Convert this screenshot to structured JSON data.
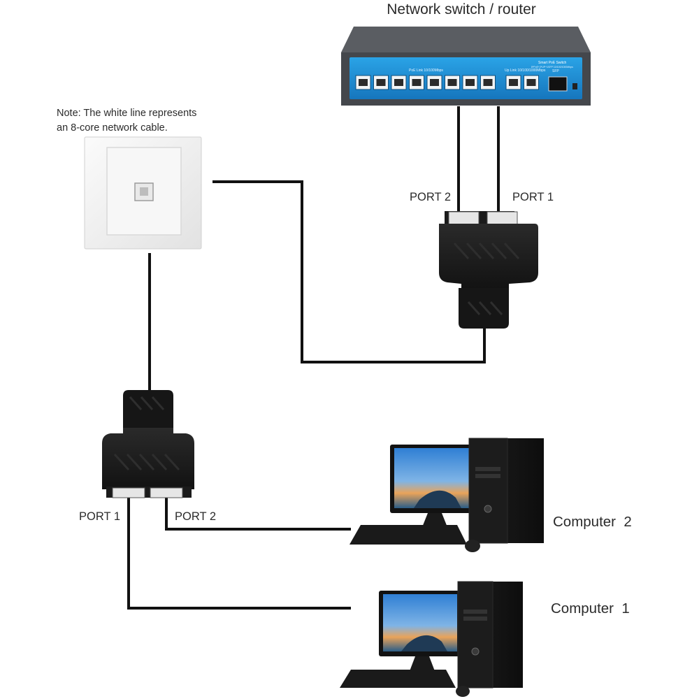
{
  "switch": {
    "title": "Network switch / router",
    "model_label": "Smart PoE Switch",
    "model_sub": "8*PoE+2*UP+1SFP  10/100/1000Mbps",
    "poe_label": "PoE Link  10/100Mbps",
    "uplink_label": "Up Link  10/100/1000Mbps",
    "sfp_label": "SFP",
    "poe_port_count": 8,
    "uplink_port_count": 2
  },
  "note": {
    "line1": "Note: The white line represents",
    "line2": "an 8-core network cable."
  },
  "top_splitter": {
    "port_left_label": "PORT 2",
    "port_right_label": "PORT 1"
  },
  "bottom_splitter": {
    "port_left_label": "PORT 1",
    "port_right_label": "PORT 2"
  },
  "computers": [
    {
      "label": "Computer  2"
    },
    {
      "label": "Computer  1"
    }
  ],
  "colors": {
    "switch_body": "#4a4d52",
    "switch_panel": "#1f8fd6",
    "cable": "#111111",
    "adapter": "#1a1a1a",
    "wall_plate": "#f2f2f2"
  }
}
